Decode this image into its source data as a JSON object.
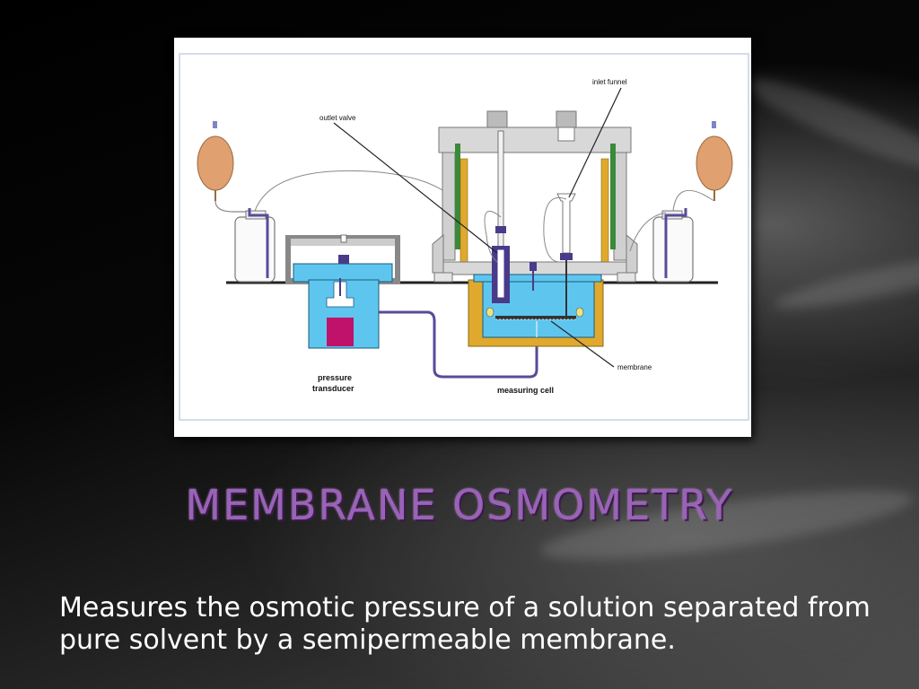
{
  "diagram": {
    "labels": {
      "inlet_funnel": "inlet funnel",
      "outlet_valve": "outlet valve",
      "membrane": "membrane",
      "pressure_transducer_line1": "pressure",
      "pressure_transducer_line2": "transducer",
      "measuring_cell": "measuring cell"
    }
  },
  "slide": {
    "title": "MEMBRANE OSMOMETRY",
    "body": "Measures the osmotic pressure of a solution separated from pure solvent by a semipermeable membrane."
  },
  "colors": {
    "title_purple": "#9a62b8",
    "cell_blue": "#5ec6ee",
    "orange_wall": "#e0a92e",
    "transducer_magenta": "#c0126a",
    "tube_purple": "#5a4a9a",
    "bulb_orange": "#e0a070"
  }
}
